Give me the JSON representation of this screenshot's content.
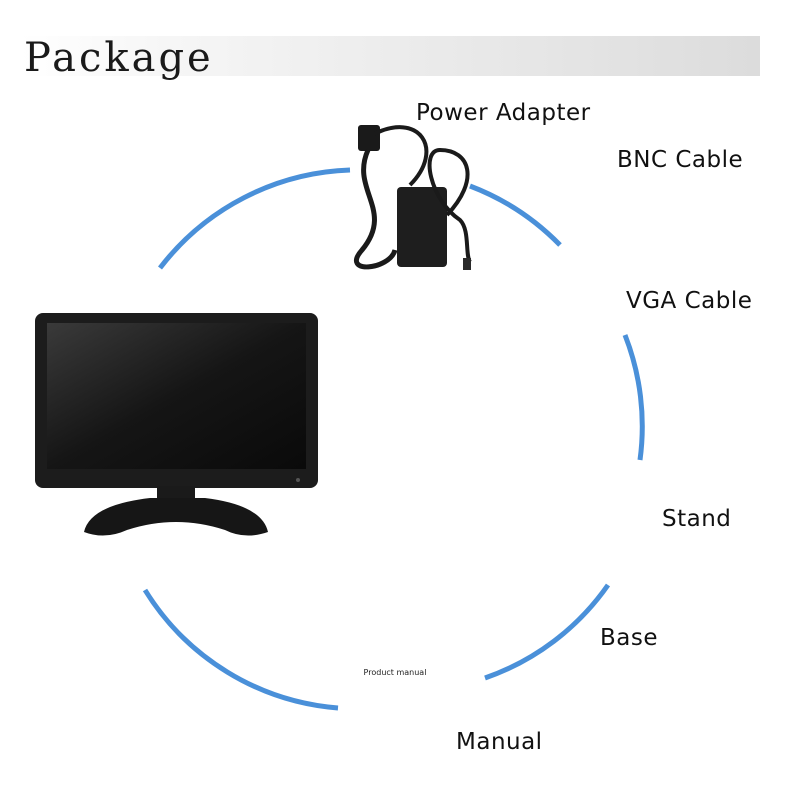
{
  "header": {
    "title": "Package"
  },
  "items": {
    "power_adapter": "Power Adapter",
    "bnc_cable": "BNC Cable",
    "vga_cable": "VGA Cable",
    "stand": "Stand",
    "base": "Base",
    "manual": "Manual",
    "manual_cover_text": "Product manual"
  },
  "colors": {
    "circle": "#4a90d9",
    "monitor_frame": "#1c1c1c",
    "vga_plug": "#2f54b8",
    "base_pad": "#e3d79b"
  }
}
